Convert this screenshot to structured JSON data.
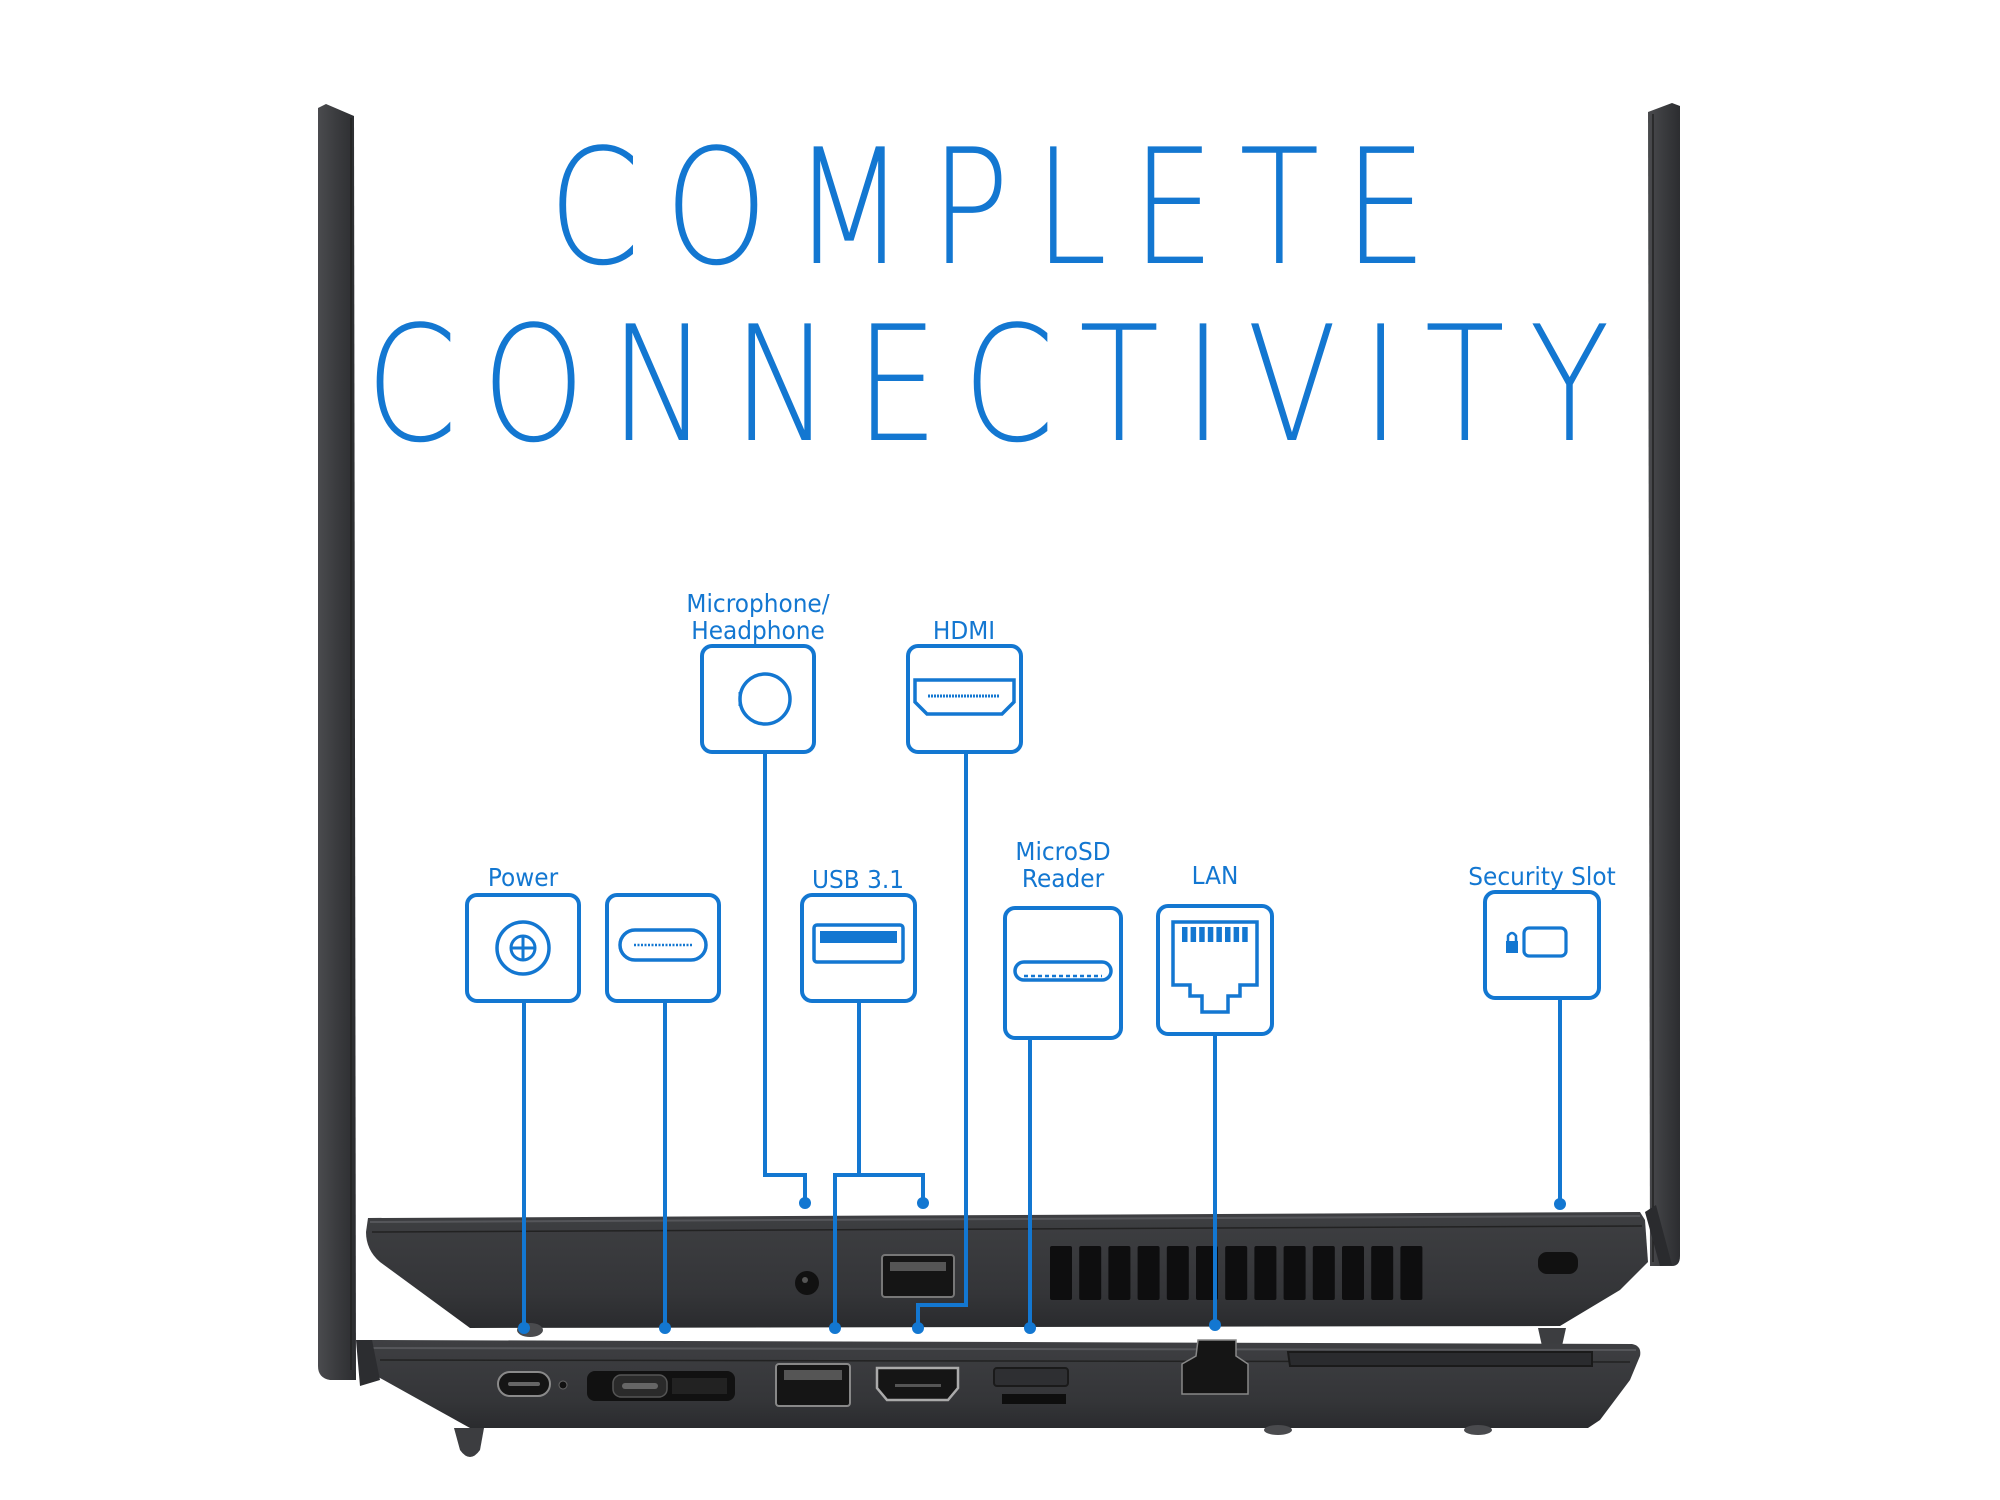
{
  "headline": {
    "line1": "COMPLETE",
    "line2": "CONNECTIVITY"
  },
  "colors": {
    "accent": "#1377d1",
    "chassis": "#3a3b3d",
    "chassis_dark": "#2a2b2d",
    "background": "#ffffff"
  },
  "ports": [
    {
      "id": "power",
      "label": "Power",
      "icon": "usb-c-power-icon"
    },
    {
      "id": "usb-c",
      "label": "",
      "icon": "usb-c-icon"
    },
    {
      "id": "mic",
      "label_line1": "Microphone/",
      "label_line2": "Headphone",
      "icon": "audio-jack-icon"
    },
    {
      "id": "usb31",
      "label": "USB 3.1",
      "icon": "usb-a-icon"
    },
    {
      "id": "hdmi",
      "label": "HDMI",
      "icon": "hdmi-icon"
    },
    {
      "id": "microsd",
      "label_line1": "MicroSD",
      "label_line2": "Reader",
      "icon": "microsd-icon"
    },
    {
      "id": "lan",
      "label": "LAN",
      "icon": "ethernet-icon"
    },
    {
      "id": "security",
      "label": "Security Slot",
      "icon": "lock-slot-icon"
    }
  ]
}
